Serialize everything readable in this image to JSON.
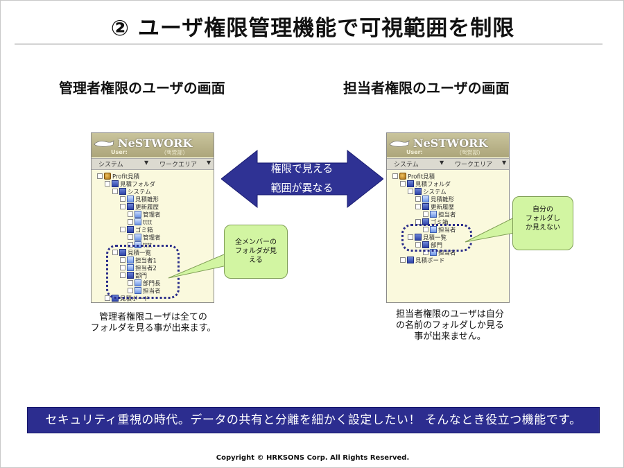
{
  "title": "② ユーザ権限管理機能で可視範囲を制限",
  "left": {
    "heading": "管理者権限のユーザの画面",
    "callout": "全メンバーの\nフォルダが見\nえる",
    "caption": "管理者権限ユーザは全ての\nフォルダを見る事が出来ます。",
    "tree": [
      {
        "label": "Profit見積",
        "type": "root",
        "indent": 0,
        "exp": true
      },
      {
        "label": "見積フォルダ",
        "type": "folder",
        "indent": 1,
        "exp": true
      },
      {
        "label": "システム",
        "type": "folder",
        "indent": 2,
        "exp": true
      },
      {
        "label": "見積雛形",
        "type": "page",
        "indent": 3,
        "exp": true
      },
      {
        "label": "更新履歴",
        "type": "folder",
        "indent": 3,
        "exp": true
      },
      {
        "label": "管理者",
        "type": "page",
        "indent": 4,
        "exp": true
      },
      {
        "label": "tttt",
        "type": "page",
        "indent": 4,
        "exp": true
      },
      {
        "label": "ゴミ箱",
        "type": "folder",
        "indent": 3,
        "exp": true
      },
      {
        "label": "管理者",
        "type": "page",
        "indent": 4,
        "exp": true
      },
      {
        "label": "tttt",
        "type": "page",
        "indent": 4,
        "exp": true
      },
      {
        "label": "見積一覧",
        "type": "folder",
        "indent": 2,
        "exp": true
      },
      {
        "label": "担当者1",
        "type": "page",
        "indent": 3,
        "exp": true
      },
      {
        "label": "担当者2",
        "type": "page",
        "indent": 3,
        "exp": true
      },
      {
        "label": "部門",
        "type": "folder",
        "indent": 3,
        "exp": true
      },
      {
        "label": "部門長",
        "type": "page",
        "indent": 4,
        "exp": true
      },
      {
        "label": "担当者",
        "type": "page",
        "indent": 4,
        "exp": true
      },
      {
        "label": "見積ボード",
        "type": "folder",
        "indent": 1,
        "exp": true
      }
    ]
  },
  "right": {
    "heading": "担当者権限のユーザの画面",
    "callout": "自分の\nフォルダし\nか見えない",
    "caption": "担当者権限のユーザは自分\nの名前のフォルダしか見る\n事が出来ません。",
    "tree": [
      {
        "label": "Profit見積",
        "type": "root",
        "indent": 0,
        "exp": true
      },
      {
        "label": "見積フォルダ",
        "type": "folder",
        "indent": 1,
        "exp": true
      },
      {
        "label": "システム",
        "type": "folder",
        "indent": 2,
        "exp": true
      },
      {
        "label": "見積雛形",
        "type": "page",
        "indent": 3,
        "exp": true
      },
      {
        "label": "更新履歴",
        "type": "folder",
        "indent": 3,
        "exp": true
      },
      {
        "label": "担当者",
        "type": "page",
        "indent": 4,
        "exp": true
      },
      {
        "label": "ゴミ箱",
        "type": "folder",
        "indent": 3,
        "exp": true
      },
      {
        "label": "担当者",
        "type": "page",
        "indent": 4,
        "exp": true
      },
      {
        "label": "見積一覧",
        "type": "folder",
        "indent": 2,
        "exp": true
      },
      {
        "label": "部門",
        "type": "folder",
        "indent": 3,
        "exp": true
      },
      {
        "label": "担当者",
        "type": "page",
        "indent": 4,
        "exp": true
      },
      {
        "label": "見積ボード",
        "type": "folder",
        "indent": 1,
        "exp": true
      }
    ]
  },
  "app": {
    "logo": "NeSTWORK",
    "user_label": "User:",
    "dept": "（핵営部）",
    "menu_system": "システム",
    "menu_workarea": "ワークエリア",
    "menu_arrow": "▼"
  },
  "arrow": {
    "line1": "権限で見える",
    "line2": "範囲が異なる"
  },
  "banner": "セキュリティ重視の時代。データの共有と分離を細かく設定したい！ そんなとき役立つ機能です。",
  "copyright": "Copyright © HRKSONS Corp.    All Rights Reserved."
}
